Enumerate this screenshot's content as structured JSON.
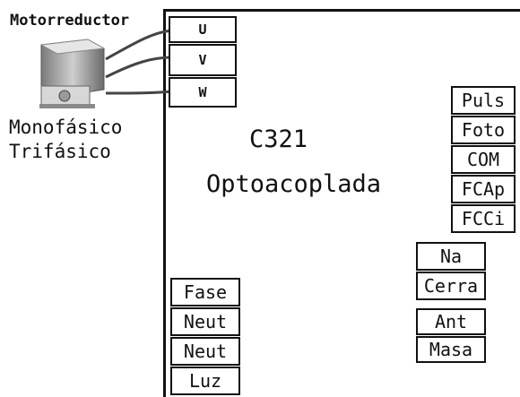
{
  "motor": {
    "title": "Motorreductor",
    "phase_line1": "Monofásico",
    "phase_line2": "Trifásico",
    "terminals": [
      "U",
      "V",
      "W"
    ]
  },
  "board": {
    "model": "C321",
    "type": "Optoacoplada"
  },
  "terminals": {
    "right": [
      "Puls",
      "Foto",
      "COM",
      "FCAp",
      "FCCi"
    ],
    "relay": [
      "Na",
      "Cerra"
    ],
    "antenna": [
      "Ant",
      "Masa"
    ],
    "power": [
      "Fase",
      "Neut",
      "Neut",
      "Luz"
    ]
  }
}
